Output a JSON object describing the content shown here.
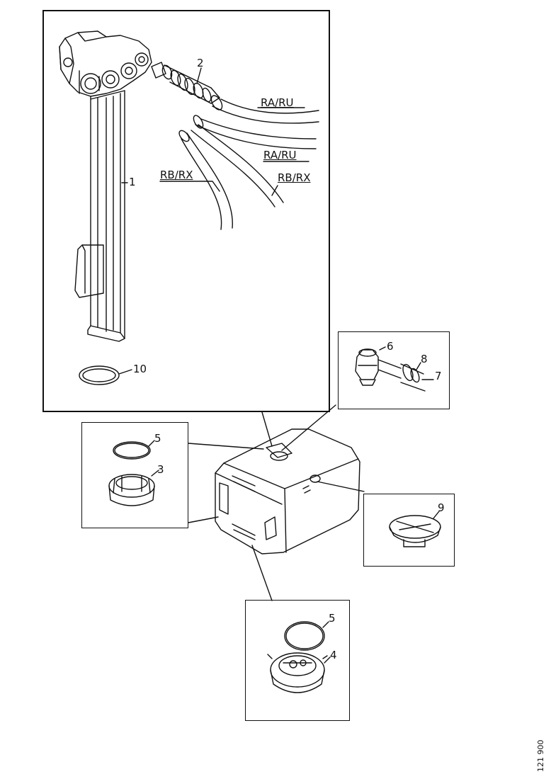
{
  "callouts": {
    "c1": "1",
    "c2": "2",
    "c3": "3",
    "c4": "4",
    "c5a": "5",
    "c5b": "5",
    "c6": "6",
    "c7": "7",
    "c8": "8",
    "c9": "9",
    "c10": "10"
  },
  "hose_labels": {
    "ra_ru_top": "RA/RU",
    "ra_ru_mid": "RA/RU",
    "rb_rx_left": "RB/RX",
    "rb_rx_right": "RB/RX"
  },
  "figure_code": "121 900"
}
